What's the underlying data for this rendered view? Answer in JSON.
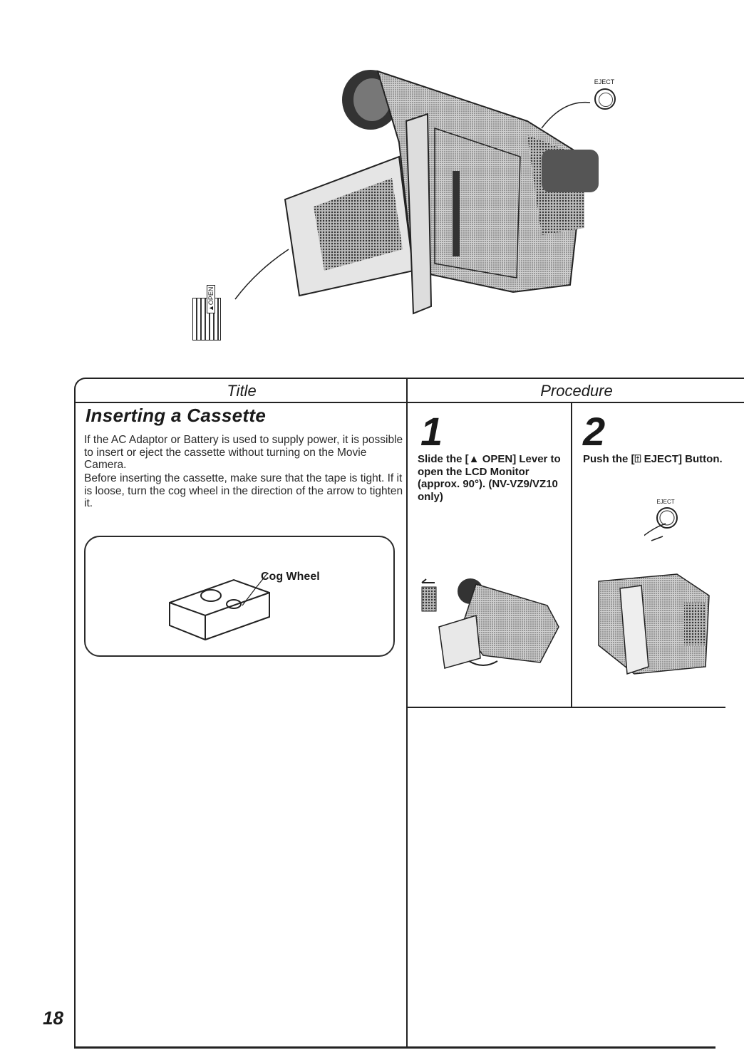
{
  "header": {
    "title_col": "Title",
    "procedure_col": "Procedure"
  },
  "section": {
    "title": "Inserting a Cassette",
    "para1": "If the AC Adaptor or Battery is used to supply power, it is possible to insert or eject the cassette without turning on the Movie Camera.",
    "para2": "Before inserting the cassette, make sure that the tape is tight. If it is loose, turn the cog wheel in the direction of the arrow to tighten it.",
    "cog_label": "Cog Wheel"
  },
  "steps": [
    {
      "number": "1",
      "text": "Slide the [▲ OPEN] Lever to open the LCD Monitor (approx. 90°). (NV-VZ9/VZ10 only)"
    },
    {
      "number": "2",
      "text": "Push the [⍐ EJECT] Button."
    }
  ],
  "callouts": {
    "eject": "EJECT",
    "open": "▲OPEN"
  },
  "page_number": "18"
}
